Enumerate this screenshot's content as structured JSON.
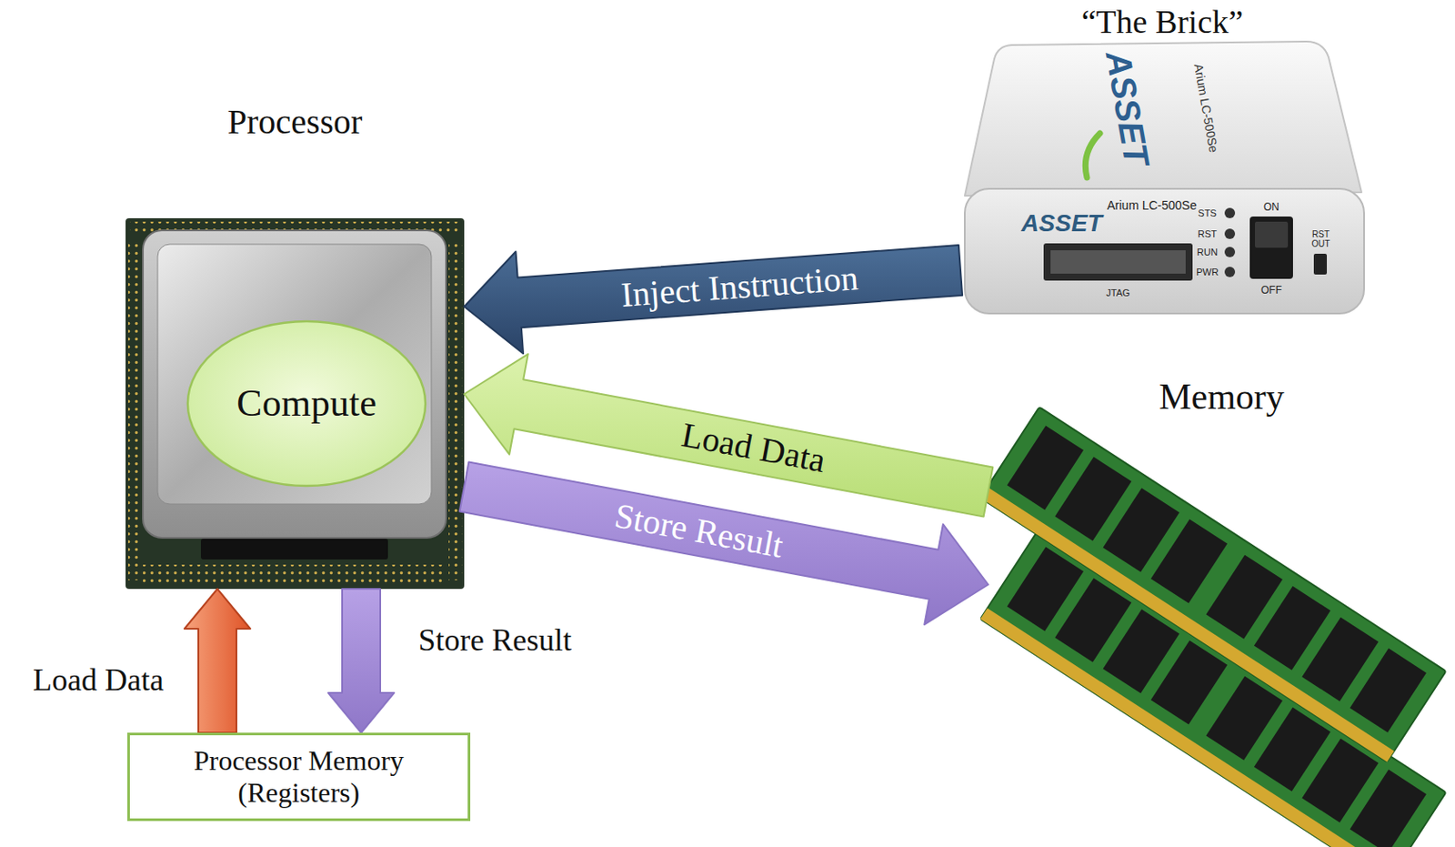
{
  "diagram": {
    "nodes": [
      {
        "text": [
          "“The Brick”"
        ]
      },
      {
        "text": [
          "Processor"
        ]
      },
      {
        "text": [
          "Compute"
        ],
        "in": 1
      },
      {
        "text": [
          "Memory"
        ]
      },
      {
        "text": [
          "Processor Memory (Registers)"
        ]
      }
    ],
    "edges": [
      {
        "from": 0,
        "to": 1,
        "label": "Inject Instruction",
        "arrow": "to"
      },
      {
        "from": 3,
        "to": 1,
        "label": "Load Data",
        "arrow": "to"
      },
      {
        "from": 1,
        "to": 3,
        "label": "Store Result",
        "arrow": "to"
      },
      {
        "from": 4,
        "to": 1,
        "label": "Load Data",
        "arrow": "to"
      },
      {
        "from": 1,
        "to": 4,
        "label": "Store Result",
        "arrow": "to"
      }
    ],
    "labels": [
      "ASSET",
      "Arium LC-500Se",
      "ASSET",
      "Arium LC-500Se",
      "STS",
      "RST",
      "RUN",
      "PWR",
      "ON",
      "OFF",
      "RST OUT",
      "JTAG"
    ]
  }
}
